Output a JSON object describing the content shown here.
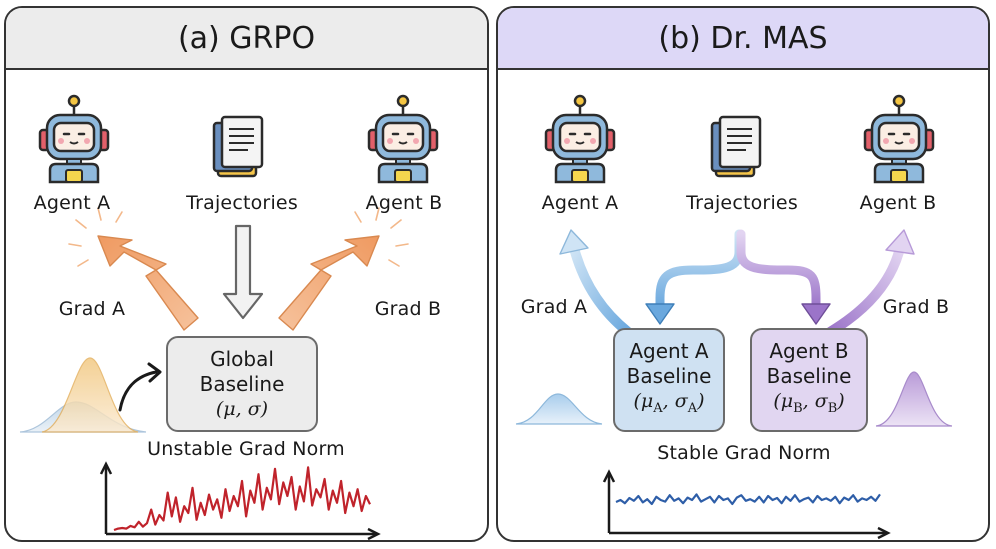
{
  "panel_a": {
    "title": "(a) GRPO",
    "agent_a": "Agent A",
    "trajectories": "Trajectories",
    "agent_b": "Agent B",
    "grad_a": "Grad A",
    "grad_b": "Grad B",
    "baseline_line1": "Global",
    "baseline_line2": "Baseline",
    "baseline_math": "(μ, σ)",
    "grad_norm_label": "Unstable Grad Norm",
    "grad_norm_series": [
      0.0,
      0.02,
      0.03,
      0.02,
      0.06,
      0.04,
      0.12,
      0.05,
      0.1,
      0.3,
      0.08,
      0.22,
      0.14,
      0.55,
      0.2,
      0.48,
      0.12,
      0.35,
      0.25,
      0.62,
      0.15,
      0.4,
      0.22,
      0.52,
      0.3,
      0.45,
      0.18,
      0.6,
      0.28,
      0.5,
      0.35,
      0.72,
      0.2,
      0.58,
      0.4,
      0.82,
      0.3,
      0.62,
      0.45,
      0.9,
      0.38,
      0.7,
      0.5,
      0.78,
      0.3,
      0.64,
      0.42,
      0.92,
      0.36,
      0.6,
      0.48,
      0.75,
      0.3,
      0.58,
      0.4,
      0.72,
      0.25,
      0.55,
      0.35,
      0.6,
      0.28,
      0.5,
      0.38
    ]
  },
  "panel_b": {
    "title": "(b) Dr. MAS",
    "agent_a": "Agent A",
    "trajectories": "Trajectories",
    "agent_b": "Agent B",
    "grad_a": "Grad A",
    "grad_b": "Grad B",
    "baseline_a_line1": "Agent A",
    "baseline_a_line2": "Baseline",
    "baseline_b_line1": "Agent B",
    "baseline_b_line2": "Baseline",
    "grad_norm_label": "Stable Grad Norm",
    "grad_norm_series": [
      0.45,
      0.5,
      0.42,
      0.55,
      0.48,
      0.6,
      0.44,
      0.52,
      0.4,
      0.58,
      0.5,
      0.46,
      0.62,
      0.48,
      0.54,
      0.42,
      0.56,
      0.5,
      0.64,
      0.46,
      0.52,
      0.58,
      0.44,
      0.6,
      0.5,
      0.54,
      0.4,
      0.56,
      0.62,
      0.48,
      0.52,
      0.46,
      0.58,
      0.44,
      0.6,
      0.5,
      0.55,
      0.42,
      0.58,
      0.48,
      0.62,
      0.46,
      0.52,
      0.56,
      0.44,
      0.6,
      0.5,
      0.54,
      0.48,
      0.58,
      0.42,
      0.56,
      0.5,
      0.62,
      0.46,
      0.54,
      0.5,
      0.58,
      0.48,
      0.64
    ]
  },
  "colors": {
    "grpo_header": "#ececec",
    "drmas_header": "#ddd8f7",
    "grad_arrow_orange": "#f3b184",
    "agent_a_blue": "#8fc3ea",
    "agent_b_purple": "#b79ad8",
    "unstable_line": "#c0232b",
    "stable_line": "#2e5ea8"
  },
  "icons": [
    "robot-icon",
    "document-stack-icon",
    "lightning-arrow-icon",
    "distribution-curve-icon"
  ]
}
